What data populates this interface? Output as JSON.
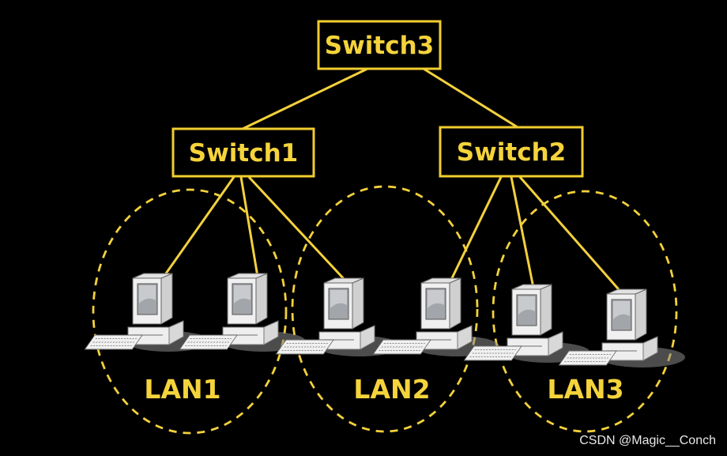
{
  "colors": {
    "background": "#000000",
    "accent": "#f5d33b",
    "box_stroke": "#f1cd2f",
    "pc_body": "#eaeaea",
    "pc_screen": "#9ea1a4"
  },
  "switches": {
    "switch3": "Switch3",
    "switch1": "Switch1",
    "switch2": "Switch2"
  },
  "lans": {
    "lan1": "LAN1",
    "lan2": "LAN2",
    "lan3": "LAN3"
  },
  "icons": [
    "desktop-computer-icon",
    "keyboard-icon"
  ],
  "watermark": "CSDN @Magic__Conch"
}
